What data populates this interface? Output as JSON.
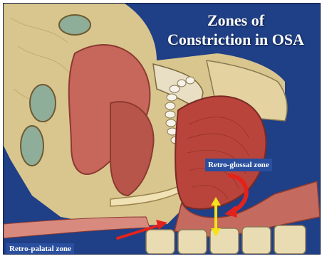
{
  "title": {
    "line1": "Zones of",
    "line2": "Constriction in OSA"
  },
  "labels": {
    "retro_glossal": "Retro-glossal zone",
    "retro_palatal": "Retro-palatal zone"
  },
  "colors": {
    "background": "#1f3f86",
    "tongue": "#b9443c",
    "nasal_tissue": "#c7665b",
    "bone": "#e6d6a0",
    "arrow_red": "#e3231b",
    "arrow_yellow": "#f4e21c"
  }
}
